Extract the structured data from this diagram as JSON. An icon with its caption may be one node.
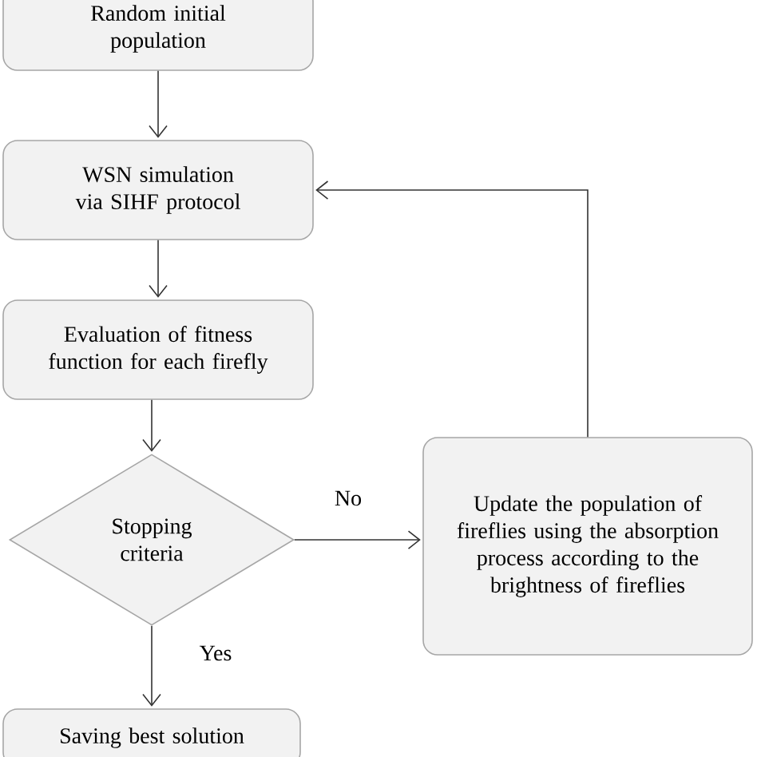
{
  "diagram": {
    "nodes": [
      {
        "text": [
          "Random initial population"
        ]
      },
      {
        "text": [
          "WSN simulation via SIHF protocol"
        ]
      },
      {
        "text": [
          "Evaluation of fitness function for each firefly"
        ]
      },
      {
        "text": [
          "Stopping criteria"
        ]
      },
      {
        "text": [
          "Update the population of fireflies using the absorption process according to the brightness of fireflies"
        ]
      },
      {
        "text": [
          "Saving best solution"
        ]
      }
    ],
    "edges": [
      {
        "from": 0,
        "to": 1,
        "arrow": "to"
      },
      {
        "from": 1,
        "to": 2,
        "arrow": "to"
      },
      {
        "from": 2,
        "to": 3,
        "arrow": "to"
      },
      {
        "from": 3,
        "to": 4,
        "arrow": "to",
        "label": "No"
      },
      {
        "from": 4,
        "to": 1,
        "arrow": "to"
      },
      {
        "from": 3,
        "to": 5,
        "arrow": "to",
        "label": "Yes"
      }
    ]
  }
}
